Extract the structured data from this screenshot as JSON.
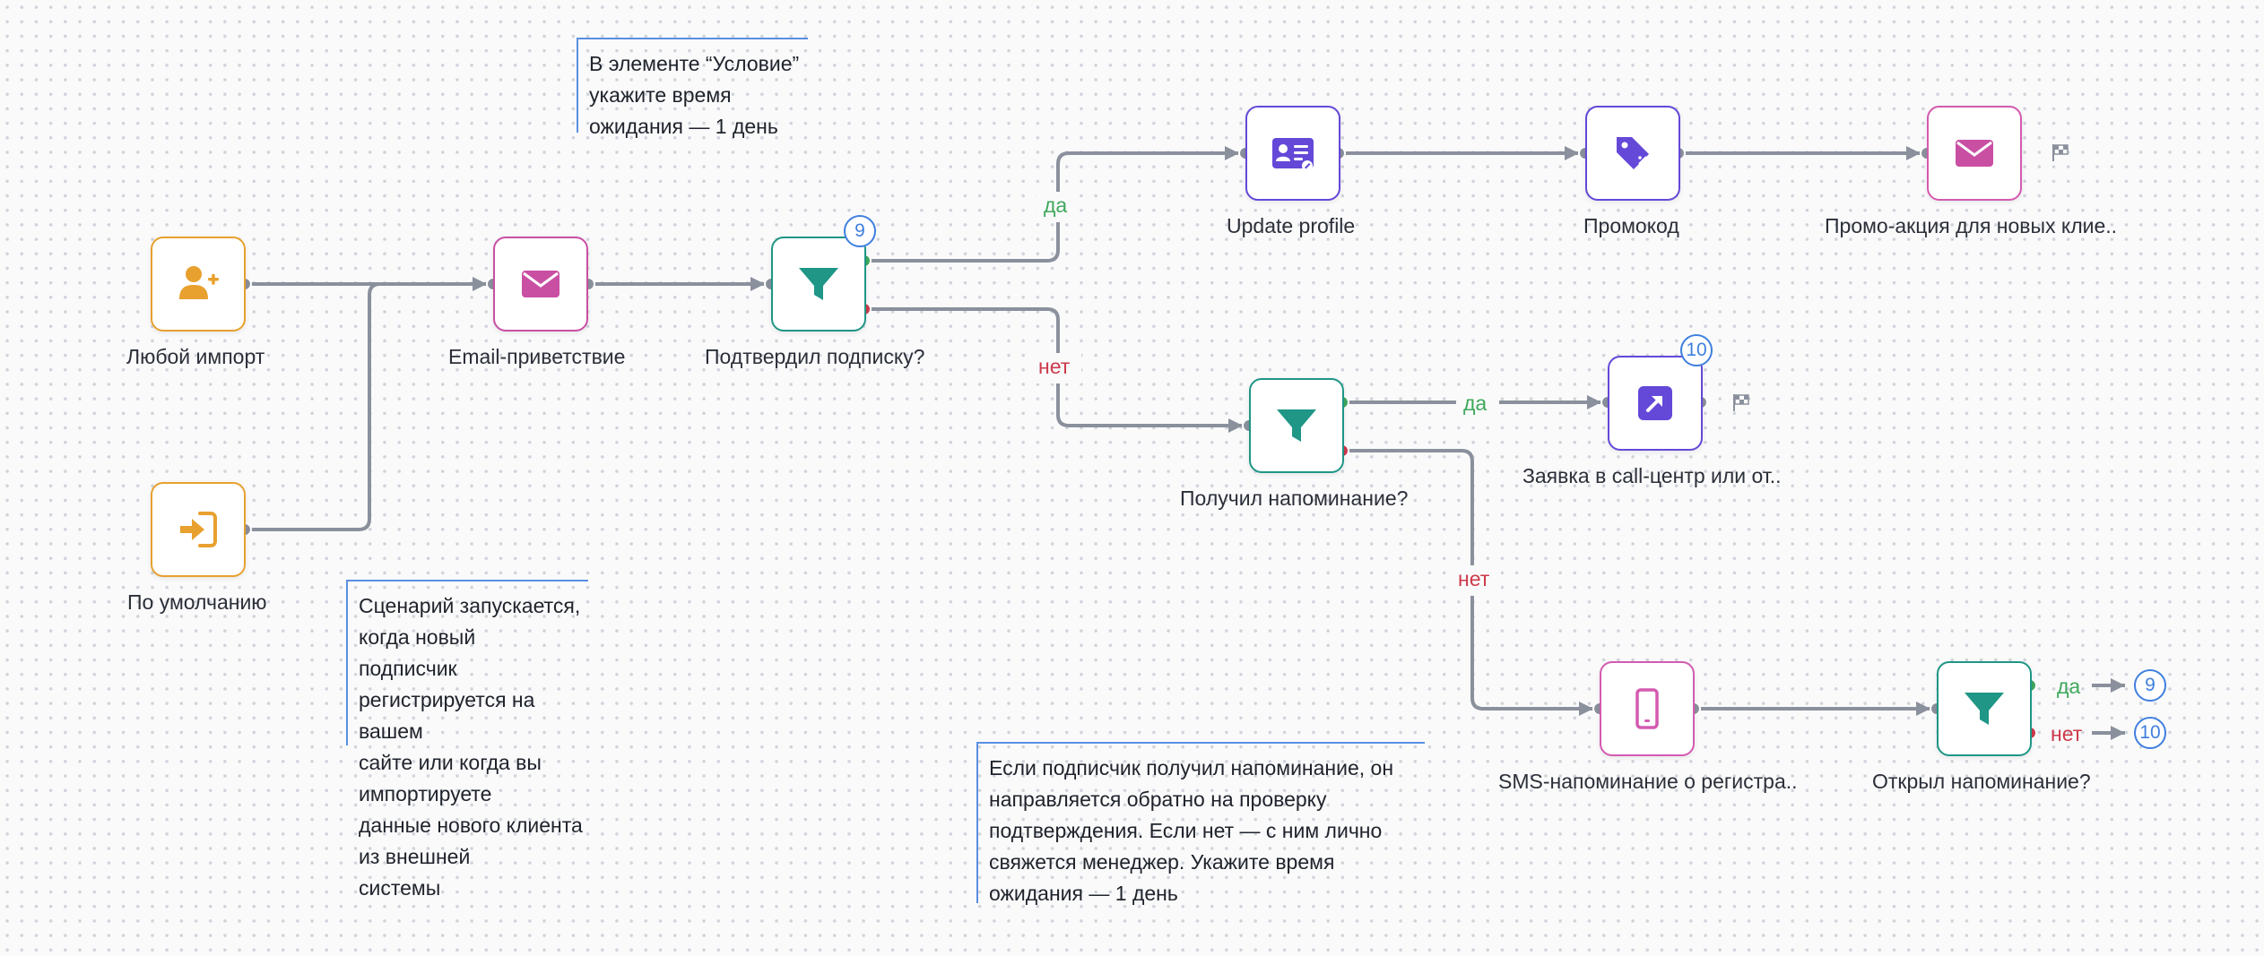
{
  "colors": {
    "import": "#e8a02e",
    "email": "#c94fa3",
    "filter": "#1f9686",
    "profile": "#6448d8",
    "sms": "#d45ab0",
    "connector": "#8a909c",
    "yes": "#3fa85c",
    "no": "#cc3a4b",
    "badge": "#3f7fde"
  },
  "nodes": {
    "any_import": {
      "label": "Любой импорт",
      "icon": "add-user-icon"
    },
    "default": {
      "label": "По умолчанию",
      "icon": "sign-in-icon"
    },
    "email_welcome": {
      "label": "Email-приветствие",
      "icon": "envelope-icon"
    },
    "confirmed": {
      "label": "Подтвердил подписку?",
      "icon": "filter-icon",
      "badge": "9"
    },
    "update_profile": {
      "label": "Update profile",
      "icon": "id-card-icon"
    },
    "promo_code": {
      "label": "Промокод",
      "icon": "price-tag-icon"
    },
    "promo_action": {
      "label": "Промо-акция для новых клие..",
      "icon": "envelope-icon"
    },
    "got_reminder": {
      "label": "Получил напоминание?",
      "icon": "filter-icon"
    },
    "call_center": {
      "label": "Заявка в call-центр или от..",
      "icon": "external-link-icon",
      "badge": "10"
    },
    "sms_reminder": {
      "label": "SMS-напоминание о регистра..",
      "icon": "smartphone-icon"
    },
    "opened_reminder": {
      "label": "Открыл напоминание?",
      "icon": "filter-icon"
    }
  },
  "branches": {
    "yes": "да",
    "no": "нет"
  },
  "jumps": {
    "yes_target": "9",
    "no_target": "10"
  },
  "notes": {
    "condition": [
      "В элементе “Условие”",
      "укажите время",
      "ожидания — 1 день"
    ],
    "start": [
      "Сценарий запускается, когда новый",
      "подписчик регистрируется на вашем",
      "сайте или когда вы импортируете",
      "данные нового клиента из внешней",
      "системы"
    ],
    "reminder": [
      "Если подписчик получил напоминание, он",
      "направляется обратно на проверку",
      "подтверждения. Если нет — с ним лично",
      "свяжется менеджер. Укажите время",
      "ожидания — 1 день"
    ]
  }
}
